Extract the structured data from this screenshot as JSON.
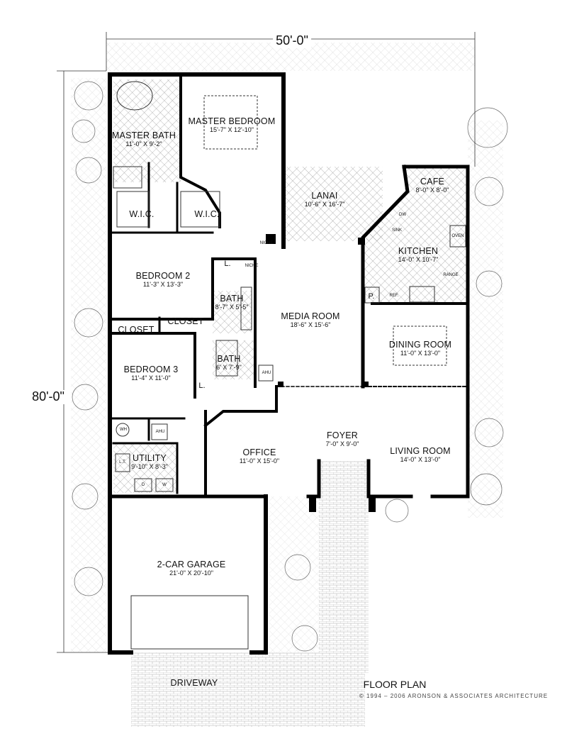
{
  "title": "FLOOR PLAN",
  "copyright": "© 1994 – 2006 ARONSON & ASSOCIATES ARCHITECTURE",
  "overall_width": "50'-0\"",
  "overall_depth": "80'-0\"",
  "rooms": {
    "master_bath": {
      "name": "MASTER BATH",
      "dims": "11'-0\" X 9'-2\""
    },
    "master_bedroom": {
      "name": "MASTER BEDROOM",
      "dims": "15'-7\" X 12'-10\""
    },
    "lanai": {
      "name": "LANAI",
      "dims": "10'-6\" X 16'-7\""
    },
    "cafe": {
      "name": "CAFE",
      "dims": "8'-0\" X 8'-0\""
    },
    "kitchen": {
      "name": "KITCHEN",
      "dims": "14'-0\" X 10'-7\""
    },
    "wic1": {
      "name": "W.I.C."
    },
    "wic2": {
      "name": "W.I.C."
    },
    "bedroom2": {
      "name": "BEDROOM 2",
      "dims": "11'-3\" X 13'-3\""
    },
    "bath1": {
      "name": "BATH",
      "dims": "8'-7\" X 5'-5\""
    },
    "media_room": {
      "name": "MEDIA ROOM",
      "dims": "18'-6\" X 15'-6\""
    },
    "dining_room": {
      "name": "DINING ROOM",
      "dims": "11'-0\" X 13'-0\""
    },
    "closet1": {
      "name": "CLOSET"
    },
    "closet2": {
      "name": "CLOSET"
    },
    "bath2": {
      "name": "BATH",
      "dims": "6' X 7'-9\""
    },
    "bedroom3": {
      "name": "BEDROOM 3",
      "dims": "11'-4\" X 11'-0\""
    },
    "foyer": {
      "name": "FOYER",
      "dims": "7'-0\" X 9'-0\""
    },
    "office": {
      "name": "OFFICE",
      "dims": "11'-0\" X 15'-0\""
    },
    "living_room": {
      "name": "LIVING ROOM",
      "dims": "14'-0\" X 13'-0\""
    },
    "utility": {
      "name": "UTILITY",
      "dims": "9'-10\" X 8'-3\""
    },
    "garage": {
      "name": "2-CAR GARAGE",
      "dims": "21'-0\" X 20'-10\""
    },
    "driveway": {
      "name": "DRIVEWAY"
    }
  },
  "small_labels": {
    "linen1": "L.",
    "linen2": "L.",
    "pantry": "P.",
    "niche1": "NICHE",
    "niche2": "NICHE",
    "dw": "DW",
    "sink": "SINK",
    "oven": "OVEN",
    "range": "RANGE",
    "ref": "REF.",
    "ahu1": "AHU",
    "ahu2": "AHU",
    "wh": "WH",
    "lt": "L.T.",
    "d": "D",
    "w": "W"
  }
}
